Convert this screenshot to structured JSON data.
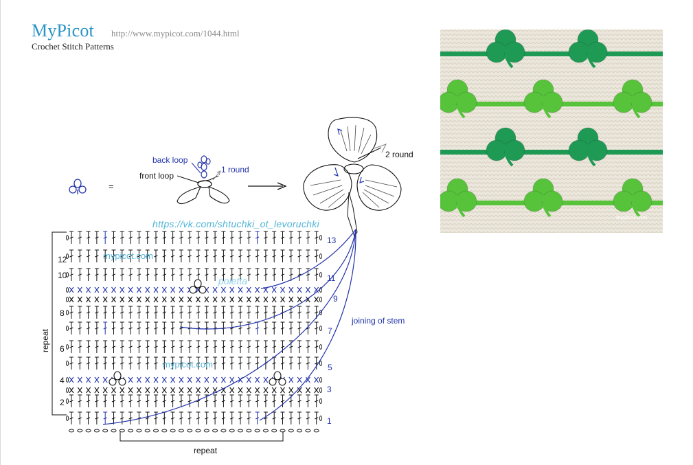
{
  "header": {
    "brand": "MyPicot",
    "url": "http://www.mypicot.com/1044.html",
    "tagline": "Crochet Stitch Patterns"
  },
  "legend": {
    "equals": "=",
    "back_loop": "back loop",
    "front_loop": "front loop",
    "round_1": "1 round",
    "round_2": "2 round"
  },
  "chart": {
    "vk_url": "https://vk.com/shtuchki_ot_levoruchki",
    "watermark_top": "mypicot.com",
    "watermark_bottom": "mypicot.com",
    "signature": "poletta",
    "repeat_vertical": "repeat",
    "repeat_horizontal": "repeat",
    "joining_label": "joining of stem",
    "left_row_numbers": [
      "12",
      "10",
      "8",
      "6",
      "4",
      "2"
    ],
    "right_row_numbers": [
      "13",
      "11",
      "9",
      "7",
      "5",
      "3",
      "1"
    ]
  },
  "photo": {
    "watermark": "mypicot.com",
    "colors": {
      "dark_green": "#1f9a55",
      "light_green": "#57c33b",
      "background": "#ece7dc"
    }
  },
  "colors": {
    "brand": "#2a93c8",
    "ink": "#1b1b1b",
    "accent_blue": "#2233aa",
    "watermark": "#5ab4d6"
  }
}
